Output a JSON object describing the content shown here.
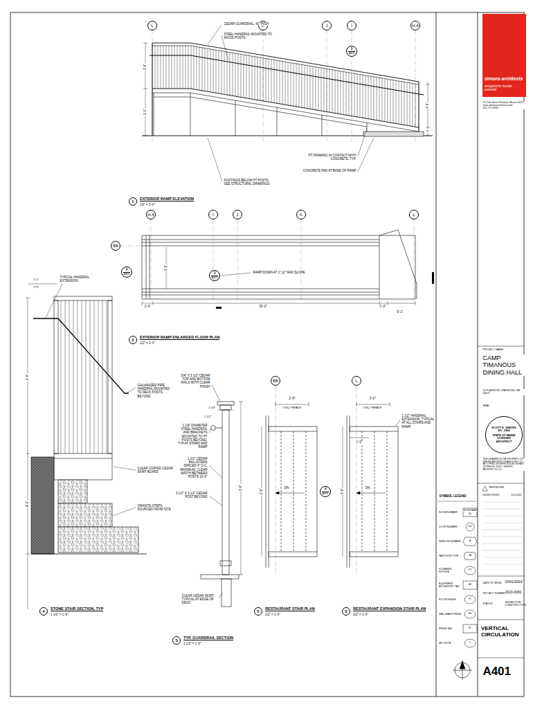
{
  "diagram": {
    "title": "VERTICAL CIRCULATION",
    "nodes": [
      {
        "text": [
          "L"
        ]
      },
      {
        "text": [
          "K"
        ]
      },
      {
        "text": [
          "J"
        ]
      },
      {
        "text": [
          "I"
        ]
      },
      {
        "text": [
          "H.4"
        ]
      },
      {
        "text": [
          "3",
          "A401"
        ]
      },
      {
        "text": [
          "1",
          "EXTERIOR RAMP ELEVATION",
          "1/2\" = 1'-0\""
        ]
      },
      {
        "text": [
          "H.4"
        ]
      },
      {
        "text": [
          "I"
        ]
      },
      {
        "text": [
          "J"
        ]
      },
      {
        "text": [
          "K"
        ]
      },
      {
        "text": [
          "L"
        ]
      },
      {
        "text": [
          "BB"
        ]
      },
      {
        "text": [
          "4",
          "A401"
        ]
      },
      {
        "text": [
          "3",
          "A401"
        ]
      },
      {
        "text": [
          "2",
          "EXTERIOR RAMP ENLARGED FLOOR PLAN",
          "1/2\" = 1'-0\""
        ]
      },
      {
        "text": [
          "BB"
        ]
      },
      {
        "text": [
          "L"
        ]
      },
      {
        "text": [
          "4",
          "A401"
        ]
      },
      {
        "text": [
          "4",
          "STONE STAIR SECTION, TYP",
          "1 1/2\" = 1'-0\""
        ]
      },
      {
        "text": [
          "5",
          "RESTAURANT STAIR PLAN",
          "1/2\" = 1'-0\""
        ]
      },
      {
        "text": [
          "6",
          "RESTAURANT EXPANSION STAIR PLAN",
          "1/2\" = 1'-0\""
        ]
      },
      {
        "text": [
          "3",
          "TYP. GUARDRAIL SECTION",
          "1 1/2\" = 1'-0\""
        ]
      },
      {
        "text": [
          "simons architects",
          "designed for human potential"
        ]
      },
      {
        "text": [
          "SCOTT E. SIMONS NO. 2264",
          "STATE OF MAINE LICENSED ARCHITECT"
        ]
      }
    ],
    "labels": [
      "CEDAR GUARDRAIL, 42\" HIGH",
      "STEEL HANDRAIL MOUNTED TO WOOD POSTS",
      "3'-6\"",
      "1'-0\"",
      "3'-6\"",
      "1'-0\"",
      "PT FRAMING IN CONTACT WITH CONCRETE, TYP.",
      "CONCRETE PAD AT BASE OF RAMP",
      "FOOTINGS BELOW PT POSTS, SEE STRUCTURAL DRAWINGS",
      "RAMP DOWN AT 1\":12\" MAX SLOPE",
      "1'-0\"",
      "30'-0\"",
      "1'-0\"",
      "5'-1\"",
      "3'-6\"",
      "1'-0\"",
      "TYP",
      "TYPICAL HANDRAIL EXTENSION",
      "3'-6\"",
      "4'-0\"",
      "GALVANIZED PIPE HANDRAIL MOUNTED TO DECK POSTS BEYOND",
      "CLEAR COATED CEDAR SKIRT BOARD",
      "GRANITE STEPS SOURCED FROM SITE",
      "5/4\" X 5 1/2\" CEDAR TOP AND BOTTOM RAILS WITH CLEAR FINISH",
      "2 1/4\"",
      "1 1/2\"",
      "1 1/4\" DIAMETER STEEL HANDRAIL AND BRACKETS MOUNTED TO PT POSTS BEYOND, TYP AT STAIRS AND RAMP",
      "1 1/2\" CEDAR BALUSTERS SPACED 4\" O.C. MAXIMUM, CLEAR WIDTH BETWEEN POSTS 10'-0\"",
      "3 1/2\" X 3 1/2\" CEDAR POST BEYOND",
      "3'-6\"",
      "CLEAR CEDAR SKIRT, TYPICAL AT EDGE OF DECK",
      "2'-9\"",
      "3 EQ TREADS",
      "DN",
      "3'-6\"",
      "3'-0\"",
      "3 EQ TREADS",
      "1 1/2\" HANDRAIL EXTENSION, TYPICAL AT ALL STAIRS AND RAMP",
      "1'-0\"",
      "DN",
      "3'-6\"",
      "SYMBOL LEGEND",
      "ROOM NAME",
      "101",
      "101",
      "A",
      "1A",
      "P1",
      "A1",
      "F1",
      "W1",
      "F1",
      "1",
      "75 York Street Portland, Maine 04101 www.simonsarchitects.com 207.772.4656",
      "PROJECT NAME:",
      "CAMP TIMANOUS DINING HALL",
      "55 PLAINS RD. RAYMOND, ME 04071",
      "SEAL:",
      "THIS DRAWING IS THE PROPERTY OF SIMONS ARCHITECTS AND IS NOT TO BE COPIED OR REPRODUCED IN PART OR WHOLE. 2024 © SIMONS ARCHITECTS, LLC",
      "REVISIONS",
      "ISSUED FOR BID",
      "01/12/2024",
      "DATE OF ISSUE:",
      "03/01/2024",
      "PROJECT NUMBER:",
      "2023-0050",
      "STATUS:",
      "ISSUED FOR CONSTRUCTION",
      "A401"
    ],
    "legend": [
      {
        "text": "ROOM NUMBER"
      },
      {
        "text": "DOOR NUMBER"
      },
      {
        "text": "WINDOW NUMBER"
      },
      {
        "text": "PARTITION TYPE"
      },
      {
        "text": "PLUMBING FIXTURE"
      },
      {
        "text": "EQUIPMENT ACCESSORY TAG"
      },
      {
        "text": "FLOOR FINISH"
      },
      {
        "text": "WALL/BASE FINISH"
      },
      {
        "text": "FINISH TAG"
      },
      {
        "text": "KEY NOTE"
      }
    ]
  }
}
